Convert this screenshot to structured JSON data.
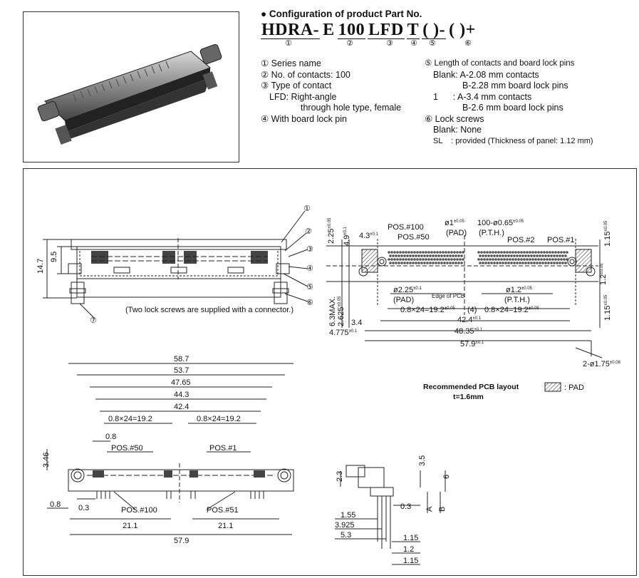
{
  "config": {
    "heading": "● Configuration of product Part No.",
    "part_number": [
      "HDRA-",
      "E",
      "100",
      "LFD",
      "T",
      "(  )-",
      "(  )+"
    ],
    "markers": [
      "①",
      "②",
      "③",
      "④",
      "⑤",
      "⑥"
    ],
    "left_items": [
      "① Series name",
      "② No. of contacts: 100",
      "③ Type of contact",
      "LFD: Right-angle",
      "through hole type, female",
      "④ With board lock pin"
    ],
    "right_items": [
      "⑤ Length of contacts and board lock pins",
      "Blank: A-2.08 mm contacts",
      "B-2.28 mm board lock pins",
      "1      : A-3.4 mm contacts",
      "B-2.6 mm board lock pins",
      "⑥ Lock screws",
      "Blank: None",
      "SL    : provided (Thickness of panel: 1.12 mm)"
    ]
  },
  "drawing": {
    "side_view": {
      "callouts": [
        "①",
        "②",
        "③",
        "④",
        "⑤",
        "⑥",
        "⑦"
      ],
      "dims": [
        "9.5",
        "14.7"
      ],
      "note": "(Two lock screws are supplied with a connector.)"
    },
    "pcb": {
      "labels": {
        "pos100": "POS.#100",
        "pos50": "POS.#50",
        "pos2": "POS.#2",
        "pos1": "POS.#1",
        "phi1": "ø1",
        "phi1_tol": "±0.05",
        "pad": "(PAD)",
        "holes100": "100-ø0.65",
        "holes100_tol": "±0.05",
        "pth": "(P.T.H.)",
        "phi225": "ø2.25",
        "phi225_tol": "±0.1",
        "pad2": "(PAD)",
        "edge": "Edge of PCB",
        "phi12": "ø1.2",
        "phi12_tol": "±0.05",
        "pth2": "(P.T.H.)",
        "pitch_left": "0.8×24=19.2",
        "pitch_left_tol": "±0.05",
        "gap": "(4)",
        "pitch_right": "0.8×24=19.2",
        "pitch_right_tol": "±0.05",
        "d424": "42.4",
        "d424_tol": "±0.1",
        "d4835": "48.35",
        "d4835_tol": "±0.1",
        "d579": "57.9",
        "d579_tol": "±0.1",
        "d34": "3.4",
        "d4775": "4.775",
        "d4775_tol": "±0.1",
        "d225": "2.25",
        "d225_tol": "±0.05",
        "d49": "4.9",
        "d49_tol": "±0.1",
        "d43": "4.3",
        "d43_tol": "±0.1",
        "d63": "6.3MAX.",
        "d2625": "2.625",
        "d2625_tol": "±0.05",
        "d115a": "1.15",
        "d115a_tol": "±0.05",
        "d12": "1.2",
        "d12_tol": "±0.05",
        "d115b": "1.15",
        "d115b_tol": "±0.05",
        "holes2": "2-ø1.75",
        "holes2_tol": "±0.08"
      },
      "caption_title": "Recommended PCB layout",
      "caption_sub": "t=1.6mm",
      "legend_label": ": PAD"
    },
    "front_view": {
      "dims": [
        "58.7",
        "53.7",
        "47.65",
        "44.3",
        "42.4",
        "0.8×24=19.2",
        "0.8×24=19.2",
        "0.8",
        "3.46",
        "0.3",
        "0.8",
        "21.1",
        "21.1",
        "57.9"
      ],
      "labels": [
        "POS.#50",
        "POS.#1",
        "POS.#100",
        "POS.#51"
      ]
    },
    "right_side_view": {
      "dims": [
        "3.5",
        "6",
        "2.3",
        "0.3",
        "A",
        "B",
        "1.55",
        "3.925",
        "5.3",
        "1.15",
        "1.2",
        "1.15"
      ]
    }
  }
}
